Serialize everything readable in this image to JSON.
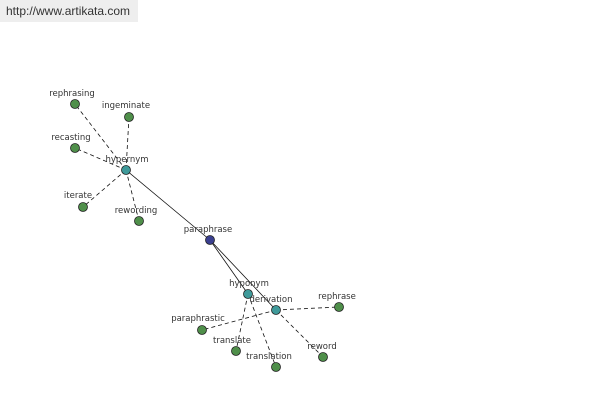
{
  "banner": {
    "url": "http://www.artikata.com"
  },
  "colors": {
    "center": "#3a3f8f",
    "hub": "#3f9a9a",
    "leaf": "#4f8f4a",
    "edge": "#111111",
    "label": "#333333"
  },
  "graph": {
    "center": {
      "id": "paraphrase",
      "label": "paraphrase"
    },
    "hubs": [
      {
        "id": "hypernym",
        "label": "hypernym"
      },
      {
        "id": "hyponym",
        "label": "hyponym"
      },
      {
        "id": "derivation",
        "label": "derivation"
      }
    ],
    "leaves": [
      {
        "id": "rephrasing",
        "label": "rephrasing",
        "parent": "hypernym"
      },
      {
        "id": "ingeminate",
        "label": "ingeminate",
        "parent": "hypernym"
      },
      {
        "id": "recasting",
        "label": "recasting",
        "parent": "hypernym"
      },
      {
        "id": "iterate",
        "label": "iterate",
        "parent": "hypernym"
      },
      {
        "id": "rewording",
        "label": "rewording",
        "parent": "hypernym"
      },
      {
        "id": "paraphrastic",
        "label": "paraphrastic",
        "parent": "derivation"
      },
      {
        "id": "translate",
        "label": "translate",
        "parent": "hyponym"
      },
      {
        "id": "translation",
        "label": "translation",
        "parent": "hyponym"
      },
      {
        "id": "rephrase",
        "label": "rephrase",
        "parent": "derivation"
      },
      {
        "id": "reword",
        "label": "reword",
        "parent": "derivation"
      }
    ]
  }
}
